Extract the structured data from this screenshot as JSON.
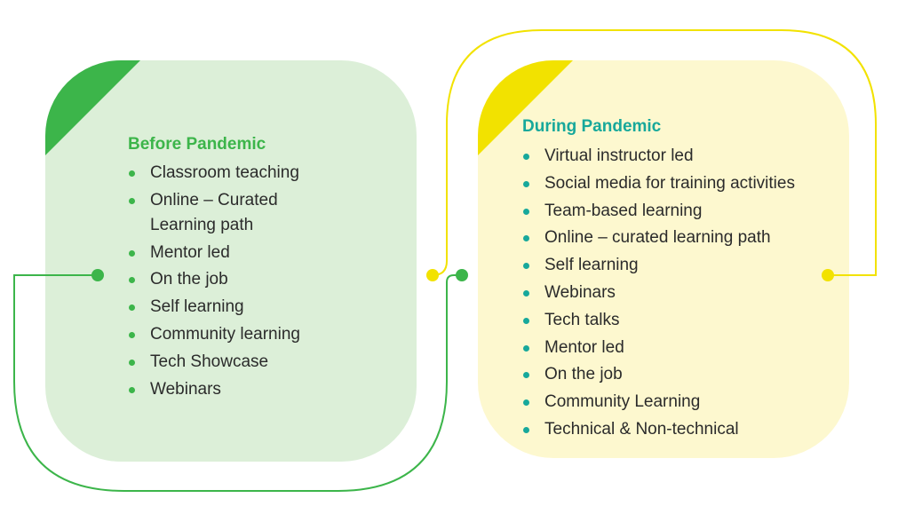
{
  "colors": {
    "before_fill": "#dcefd8",
    "before_accent": "#3cb54a",
    "before_title": "#3cb54a",
    "during_fill": "#fdf8cf",
    "during_accent": "#f2e200",
    "during_title": "#17a89b",
    "before_bullet": "#3cb54a",
    "during_bullet": "#17a89b"
  },
  "before": {
    "title": "Before Pandemic",
    "items": [
      "Classroom teaching",
      "Online – Curated Learning path",
      "Mentor led",
      "On the job",
      "Self learning",
      "Community learning",
      "Tech Showcase",
      "Webinars"
    ]
  },
  "during": {
    "title": "During Pandemic",
    "items": [
      "Virtual instructor led",
      "Social media for training activities",
      "Team-based learning",
      "Online – curated learning path",
      "Self learning",
      "Webinars",
      "Tech talks",
      "Mentor led",
      "On the job",
      "Community Learning",
      "Technical & Non-technical"
    ]
  }
}
